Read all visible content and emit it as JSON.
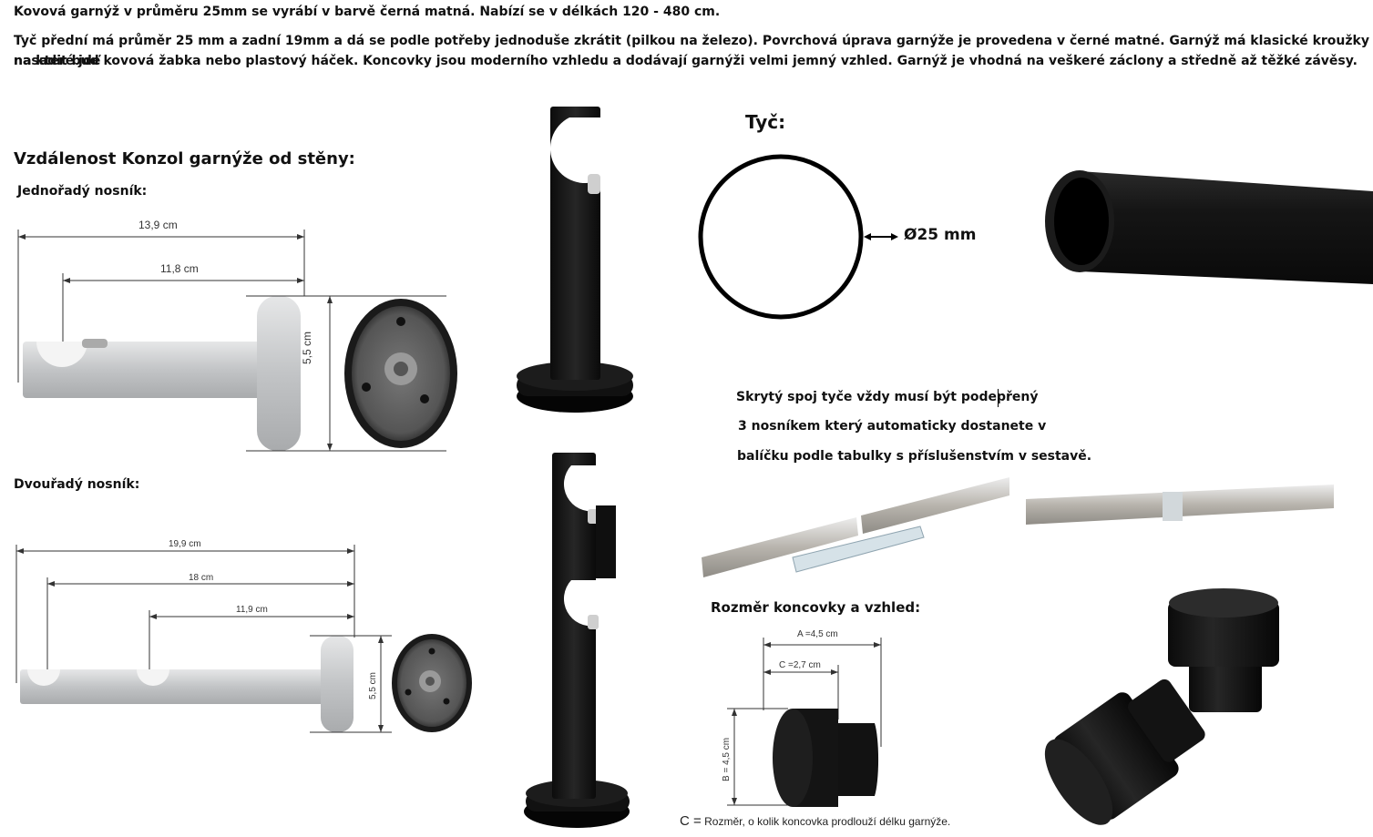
{
  "intro": {
    "line1": "Kovová garnýž v průměru 25mm se vyrábí v barvě černá matná. Nabízí se v délkách 120 - 480 cm.",
    "line2": "Tyč přední má průměr 25 mm a zadní 19mm a dá se podle potřeby jednoduše zkrátit (pilkou na železo). Povrchová úprava garnýže je provedena v černé matné. Garnýž má klasické kroužky na které jde",
    "line3": "nasadit buď kovová žabka nebo plastový háček. Koncovky jsou moderního vzhledu a dodávají garnýži velmi jemný vzhled. Garnýž je vhodná na veškeré záclony a středně až těžké závěsy."
  },
  "bracket_section": {
    "title": "Vzdálenost Konzol garnýže od stěny:",
    "single_label": "Jednořadý nosník:",
    "single_dims": {
      "total": "13,9 cm",
      "inner": "11,8 cm",
      "height": "5,5 cm"
    },
    "double_label": "Dvouřadý nosník:",
    "double_dims": {
      "total": "19,9 cm",
      "mid": "18 cm",
      "inner": "11,9 cm",
      "height": "5,5 cm"
    }
  },
  "rod": {
    "title": "Tyč:",
    "diameter": "Ø25 mm"
  },
  "joint_note": {
    "line1": "Skrytý spoj tyče vždy musí být podepřený",
    "line2": "3 nosníkem který automaticky dostanete v",
    "line3": "balíčku podle tabulky s příslušenstvím v sestavě."
  },
  "finial": {
    "title": "Rozměr koncovky a vzhled:",
    "dim_a": "A =4,5 cm",
    "dim_c": "C =2,7 cm",
    "dim_b": "B = 4,5 cm",
    "caption_prefix": "C =",
    "caption": "Rozměr, o kolik koncovka prodlouží délku garnýže."
  },
  "colors": {
    "black": "#151515",
    "silver": "#cfd1d3",
    "text": "#111111"
  }
}
